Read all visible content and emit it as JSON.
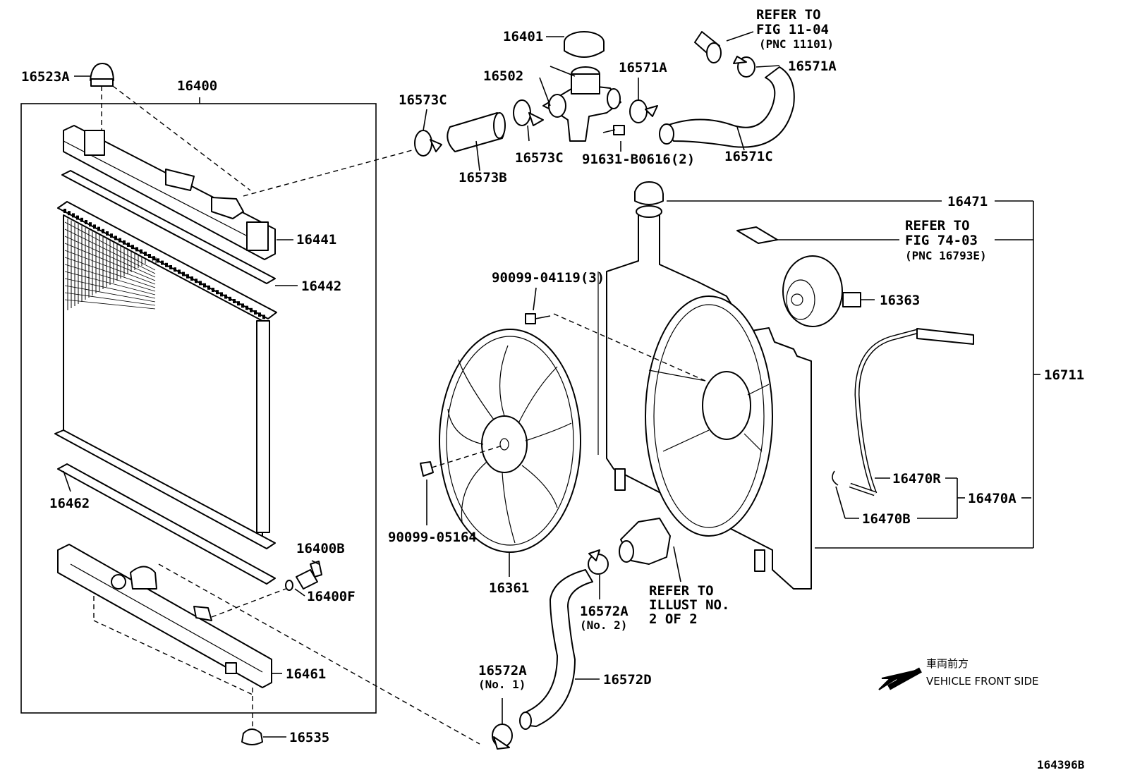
{
  "diagram_id": "164396B",
  "vehicle_front": {
    "jp": "車両前方",
    "en": "VEHICLE FRONT SIDE"
  },
  "labels": {
    "p16523A": "16523A",
    "p16400": "16400",
    "p16441": "16441",
    "p16442": "16442",
    "p16462": "16462",
    "p16400B": "16400B",
    "p16400F": "16400F",
    "p16461": "16461",
    "p16535": "16535",
    "p16573C_a": "16573C",
    "p16573C_b": "16573C",
    "p16573B": "16573B",
    "p16401": "16401",
    "p16502": "16502",
    "p91631": "91631-B0616(2)",
    "p16571A_a": "16571A",
    "p16571A_b": "16571A",
    "p16571C": "16571C",
    "p16471": "16471",
    "p16363": "16363",
    "p16711": "16711",
    "p16470R": "16470R",
    "p16470A": "16470A",
    "p16470B": "16470B",
    "p90099_04119": "90099-04119(3)",
    "p90099_05164": "90099-05164",
    "p16361": "16361",
    "p16572A_2": "16572A",
    "p16572A_2_note": "(No. 2)",
    "p16572A_1": "16572A",
    "p16572A_1_note": "(No. 1)",
    "p16572D": "16572D"
  },
  "refs": {
    "ref1": [
      "REFER TO",
      "FIG 11-04",
      "(PNC 11101)"
    ],
    "ref2": [
      "REFER TO",
      "FIG 74-03",
      "(PNC 16793E)"
    ],
    "ref3": [
      "REFER TO",
      "ILLUST NO.",
      "2 OF 2"
    ]
  }
}
